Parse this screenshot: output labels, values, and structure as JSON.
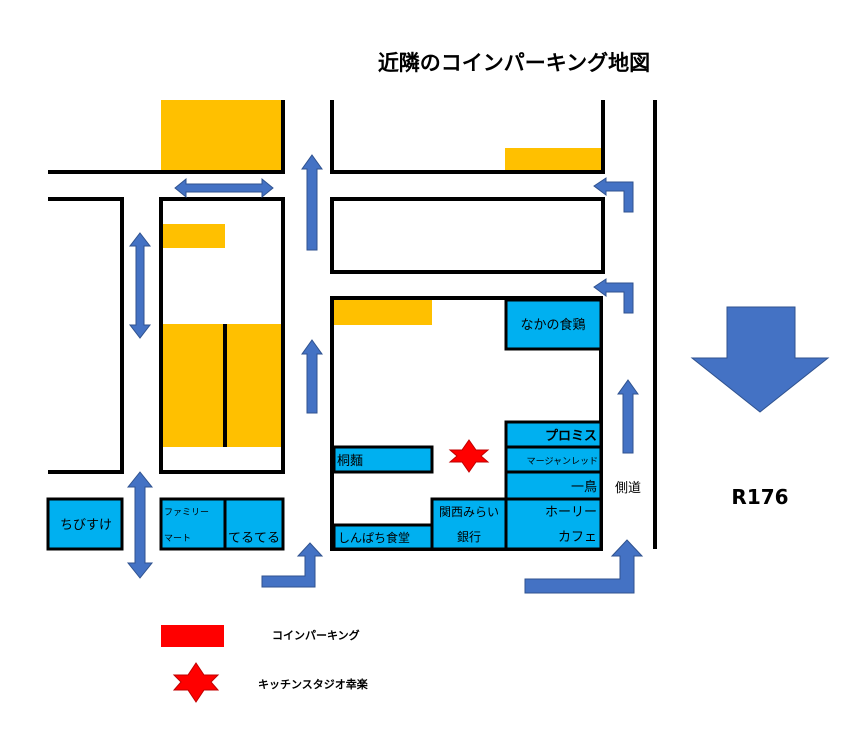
{
  "title": "近隣のコインパーキング地図",
  "colors": {
    "parking": "#FFC000",
    "shop": "#00B0F0",
    "arrow": "#4472C4",
    "legend_red": "#FF0000"
  },
  "shops": {
    "nakano": "なかの食鶏",
    "kirimen": "桐麵",
    "promis": "プロミス",
    "mahjong": "マージャンレッド",
    "ichitori": "一鳥",
    "holly_1": "ホーリー",
    "holly_2": "カフェ",
    "bank_1": "関西みらい",
    "bank_2": "銀行",
    "shinpachi": "しんぱち食堂",
    "chibisuke": "ちびすけ",
    "famima_1": "ファミリー",
    "famima_2": "マート",
    "teruteru": "てるてる"
  },
  "labels": {
    "side_road": "側道",
    "route": "R176"
  },
  "legend": {
    "parking": "コインパーキング",
    "kitchen": "キッチンスタジオ幸楽"
  }
}
